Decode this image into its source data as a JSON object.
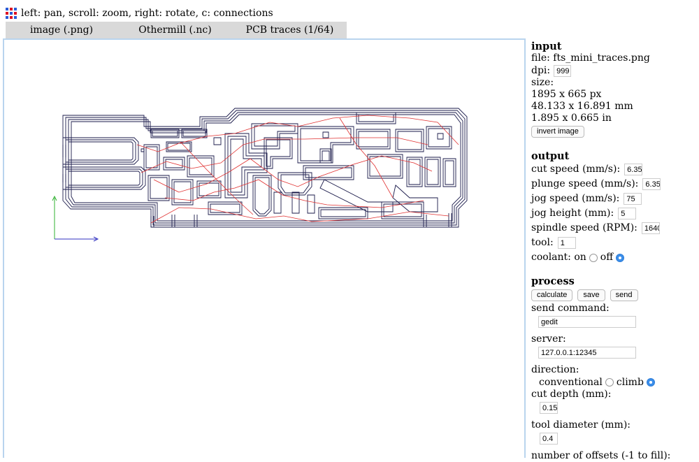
{
  "hint": "left: pan, scroll: zoom, right: rotate, c: connections",
  "tabs": [
    "image (.png)",
    "Othermill (.nc)",
    "PCB traces (1/64)"
  ],
  "input": {
    "heading": "input",
    "file": "file: fts_mini_traces.png",
    "dpi_label": "dpi:",
    "dpi": "999",
    "size_label": "size:",
    "px": "1895 x 665 px",
    "mm": "48.133 x 16.891 mm",
    "in": "1.895 x 0.665 in",
    "invert": "invert image"
  },
  "output": {
    "heading": "output",
    "cut_speed_label": "cut speed (mm/s):",
    "cut_speed": "6.35",
    "plunge_speed_label": "plunge speed (mm/s):",
    "plunge_speed": "6.35",
    "jog_speed_label": "jog speed (mm/s):",
    "jog_speed": "75",
    "jog_height_label": "jog height (mm):",
    "jog_height": "5",
    "spindle_label": "spindle speed (RPM):",
    "spindle": "1640",
    "tool_label": "tool:",
    "tool": "1",
    "coolant_label": "coolant: on",
    "coolant_off": "off"
  },
  "process": {
    "heading": "process",
    "calculate": "calculate",
    "save": "save",
    "send": "send",
    "send_cmd_label": "send command:",
    "send_cmd": "gedit",
    "server_label": "server:",
    "server": "127.0.0.1:12345",
    "direction_label": "direction:",
    "conventional": "conventional",
    "climb": "climb",
    "cut_depth_label": "cut depth (mm):",
    "cut_depth": "0.15",
    "tool_diam_label": "tool diameter (mm):",
    "tool_diam": "0.4",
    "offsets_label": "number of offsets (-1 to fill):"
  },
  "colors": {
    "trace": "#1a1a4a",
    "connection": "#e03030",
    "axis_x": "#3030c0",
    "axis_y": "#30b030",
    "radio_on": "#3b8eea"
  }
}
